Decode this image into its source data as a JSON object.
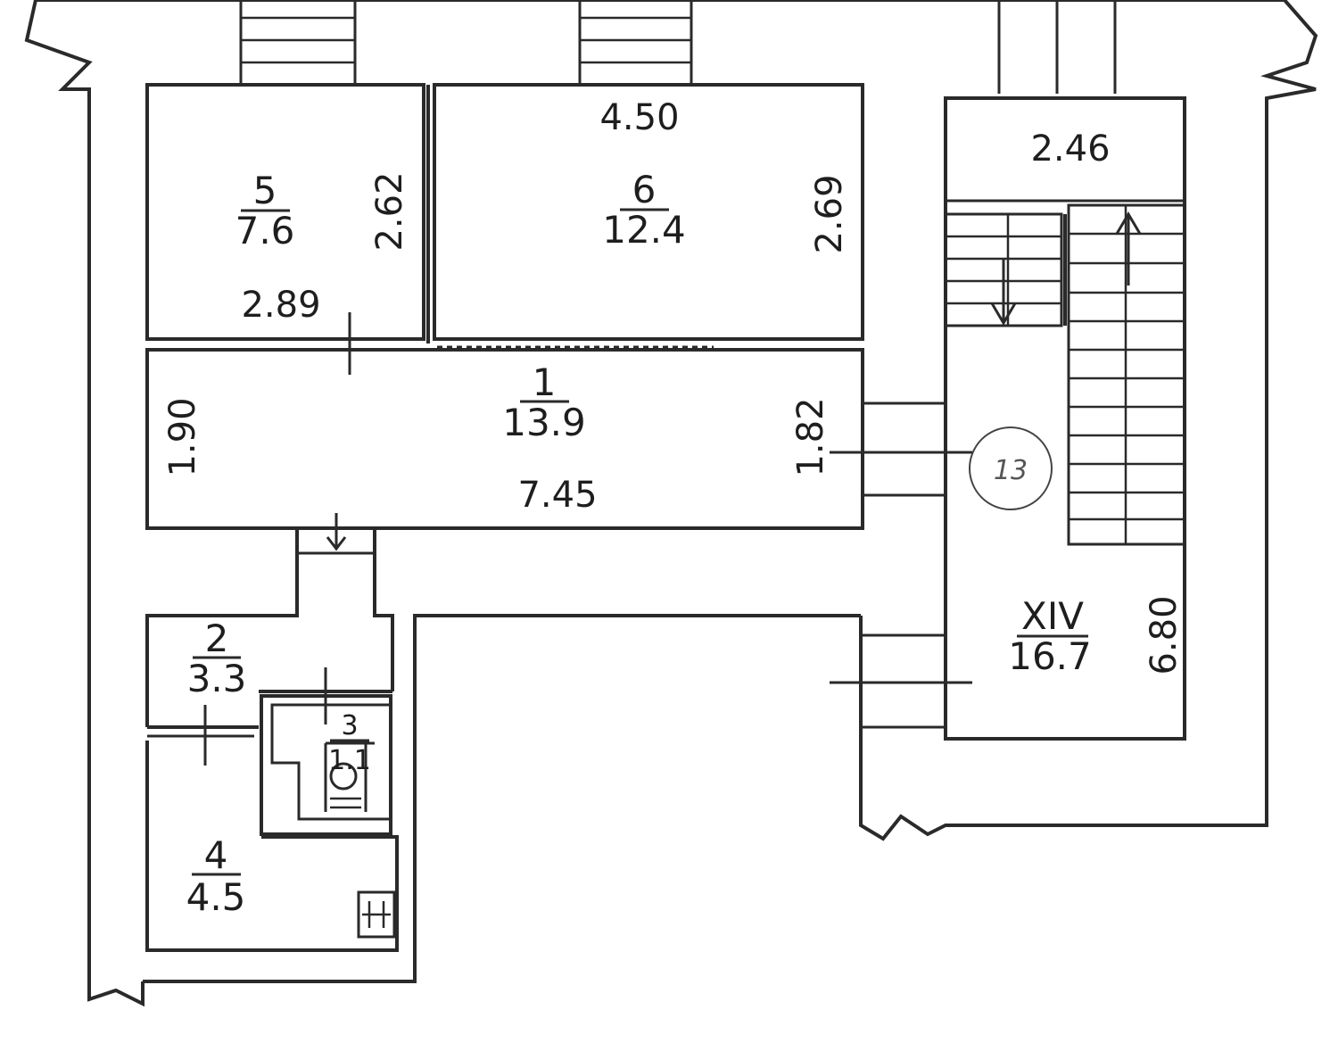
{
  "rooms": [
    {
      "id": "room-1",
      "number": "1",
      "area": "13.9"
    },
    {
      "id": "room-2",
      "number": "2",
      "area": "3.3"
    },
    {
      "id": "room-3",
      "number": "3",
      "area": "1.1"
    },
    {
      "id": "room-4",
      "number": "4",
      "area": "4.5"
    },
    {
      "id": "room-5",
      "number": "5",
      "area": "7.6"
    },
    {
      "id": "room-6",
      "number": "6",
      "area": "12.4"
    },
    {
      "id": "room-xiv",
      "number": "XIV",
      "area": "16.7"
    }
  ],
  "dimensions": {
    "room5_width": "2.89",
    "room5_height": "2.62",
    "room6_width": "4.50",
    "room6_height": "2.69",
    "room1_width": "7.45",
    "room1_height_left": "1.90",
    "room1_height_right": "1.82",
    "stair_width": "2.46",
    "stair_height": "6.80"
  },
  "annotation": "13"
}
